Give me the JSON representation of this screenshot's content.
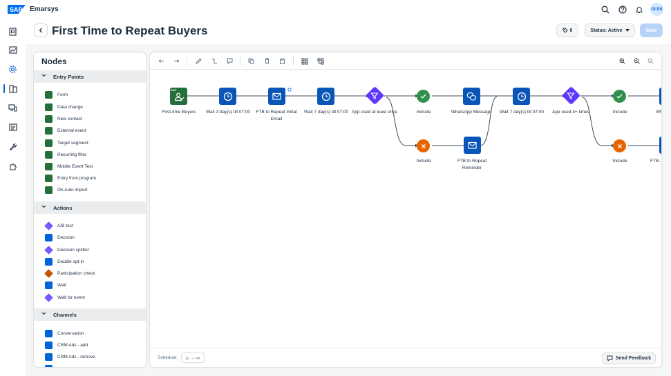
{
  "app": {
    "name": "Emarsys",
    "logo": "SAP",
    "avatar_initials": "GI DS"
  },
  "header": {
    "title": "First Time to Repeat Buyers",
    "tag_count": "0",
    "status_label": "Status: Active",
    "save_label": "Save"
  },
  "nodes_panel": {
    "title": "Nodes",
    "sections": [
      {
        "label": "Entry Points",
        "items": [
          "Form",
          "Data change",
          "New contact",
          "External event",
          "Target segment",
          "Recurring filter",
          "Mobile Event Test",
          "Entry from program",
          "On Auto import"
        ]
      },
      {
        "label": "Actions",
        "items": [
          "A/B test",
          "Decision",
          "Decision splitter",
          "Double opt-in",
          "Participation check",
          "Wait",
          "Wait for event"
        ]
      },
      {
        "label": "Channels",
        "items": [
          "Conversation",
          "CRM Ads - add",
          "CRM Ads - remove"
        ]
      }
    ]
  },
  "canvas": {
    "flow_top": [
      {
        "label": "First-time Buyers",
        "type": "entry",
        "badge": "SAP"
      },
      {
        "label": "Wait 3 day(s) till 07:00",
        "type": "wait"
      },
      {
        "label": "FTB to Repeat Initial Email",
        "type": "email"
      },
      {
        "label": "Wait 7 day(s) till 07:00",
        "type": "wait"
      },
      {
        "label": "App used at least once",
        "type": "decision"
      },
      {
        "label": "Include",
        "type": "include"
      },
      {
        "label": "WhatsApp Message",
        "type": "whatsapp"
      },
      {
        "label": "Wait 7 day(s) till 07:00",
        "type": "wait"
      },
      {
        "label": "App used 3+ times",
        "type": "decision"
      },
      {
        "label": "Include",
        "type": "include"
      },
      {
        "label": "Wh… m…",
        "type": "whatsapp"
      }
    ],
    "flow_bottom": [
      {
        "label": "Include",
        "type": "exclude"
      },
      {
        "label": "FTB to Repeat Reminder",
        "type": "email"
      },
      {
        "label": "Include",
        "type": "exclude"
      },
      {
        "label": "FTB… R…",
        "type": "email"
      }
    ]
  },
  "footer": {
    "schedule_label": "Schedule:",
    "schedule_value": "▷ → ∞",
    "feedback_label": "Send Feedback"
  },
  "colors": {
    "accent": "#0064d9",
    "entry_green": "#256f3a",
    "decision_purple": "#5d36ff",
    "include_green": "#30914c",
    "exclude_orange": "#e76500",
    "email_blue": "#0a55b8"
  }
}
